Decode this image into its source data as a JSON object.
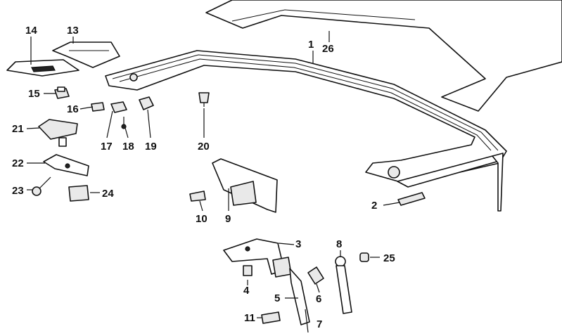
{
  "callouts": {
    "c1": "1",
    "c2": "2",
    "c3": "3",
    "c4": "4",
    "c5": "5",
    "c6": "6",
    "c7": "7",
    "c8": "8",
    "c9": "9",
    "c10": "10",
    "c11": "11",
    "c13": "13",
    "c14": "14",
    "c15": "15",
    "c16": "16",
    "c17": "17",
    "c18": "18",
    "c19": "19",
    "c20": "20",
    "c21": "21",
    "c22": "22",
    "c23": "23",
    "c24": "24",
    "c25": "25",
    "c26": "26"
  }
}
